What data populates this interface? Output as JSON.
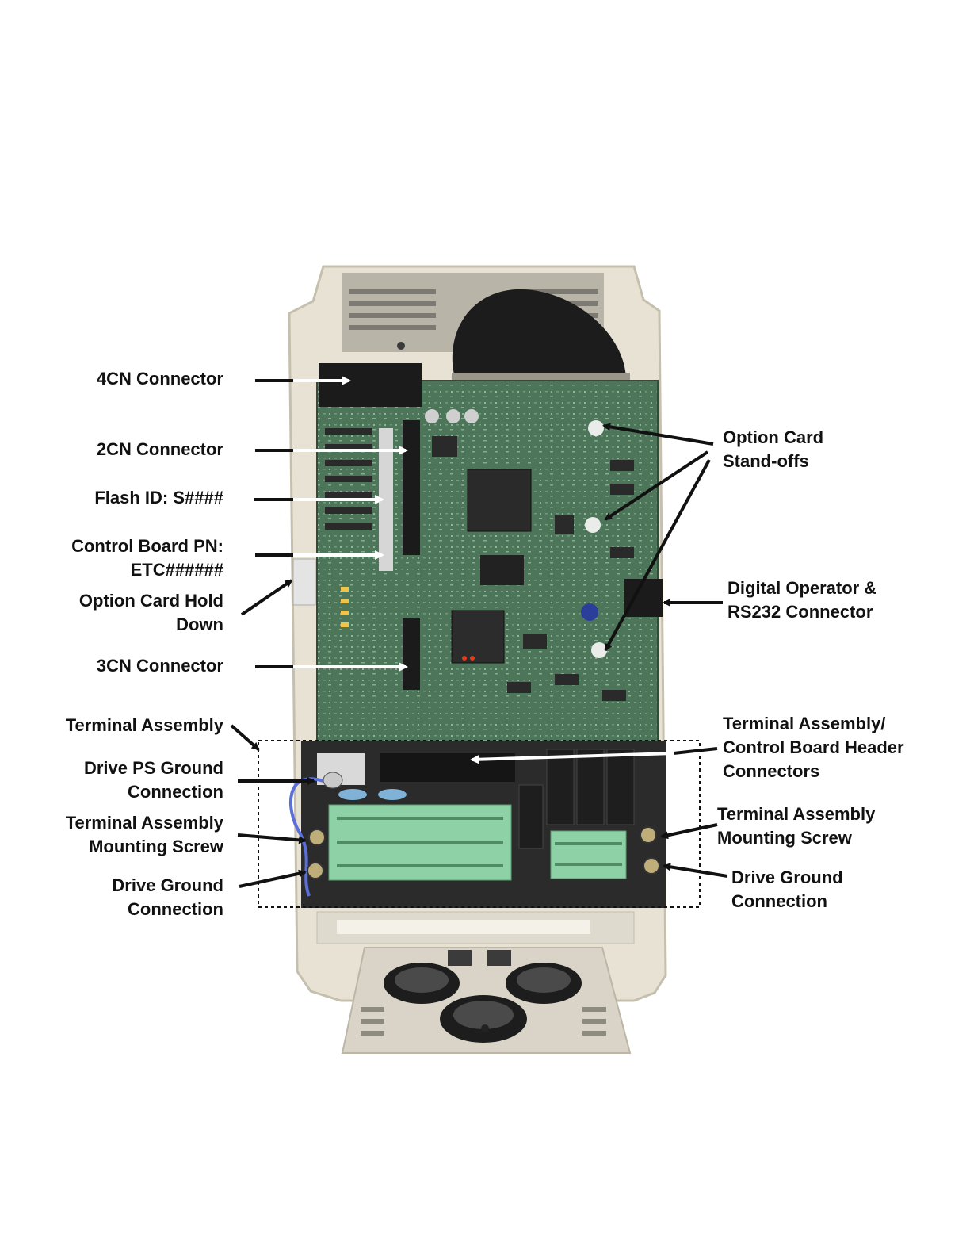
{
  "labels": {
    "cn4": [
      "4CN  Connector"
    ],
    "cn2": [
      "2CN  Connector"
    ],
    "flash": [
      "Flash ID: S####"
    ],
    "control_pn": [
      "Control Board PN:",
      "ETC######"
    ],
    "option_hold": [
      "Option Card Hold",
      "Down"
    ],
    "cn3": [
      "3CN  Connector"
    ],
    "term_assembly": [
      "Terminal Assembly"
    ],
    "ps_ground": [
      "Drive PS Ground",
      "Connection"
    ],
    "mount_screw_left": [
      "Terminal Assembly",
      "Mounting Screw"
    ],
    "ground_left": [
      "Drive Ground",
      "Connection"
    ],
    "standoffs": [
      "Option Card",
      "Stand-offs"
    ],
    "digital_op": [
      "Digital Operator &",
      "RS232 Connector"
    ],
    "header_conn": [
      "Terminal Assembly/",
      "Control Board Header",
      "Connectors"
    ],
    "mount_screw_right": [
      "Terminal Assembly",
      "Mounting Screw"
    ],
    "ground_right": [
      "Drive Ground",
      "Connection"
    ]
  },
  "colors": {
    "housing": "#e6e1d3",
    "board": "#4f7a5c",
    "terminal": "#8fd1a6",
    "arrow": "#111111"
  }
}
